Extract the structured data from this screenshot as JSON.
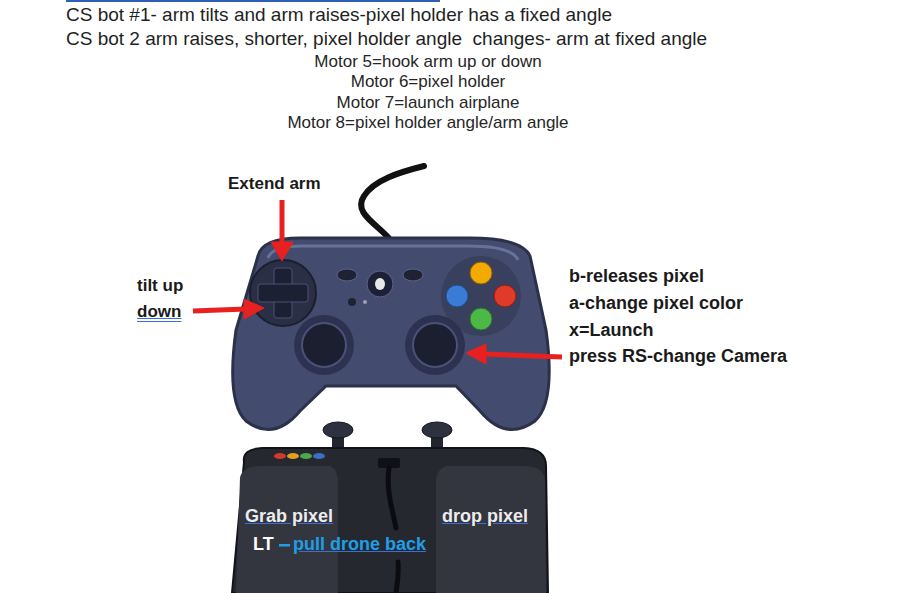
{
  "diagram": {
    "labels": [
      "CS bot #1- arm tilts and arm raises-pixel holder has a fixed angle",
      "CS bot 2 arm raises, shorter, pixel holder angle  changes- arm at fixed angle",
      "Motor 5=hook arm up or down",
      "Motor 6=pixel holder",
      "Motor 7=launch airplane",
      "Motor 8=pixel holder angle/arm angle",
      "Extend arm",
      "tilt up",
      "down",
      "b-releases pixel",
      "a-change pixel color",
      "x=Launch",
      "press RS-change Camera",
      "Grab pixel",
      "drop pixel",
      "LT",
      "pull drone back"
    ]
  }
}
